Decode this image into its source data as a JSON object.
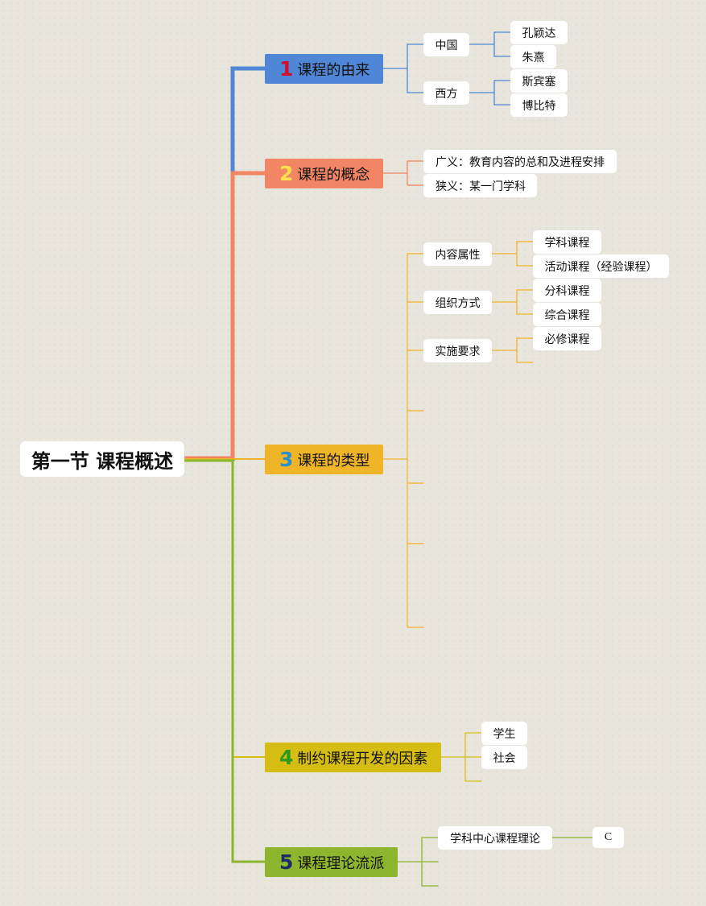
{
  "root": {
    "label": "第一节 课程概述"
  },
  "colors": {
    "branch1": "#4f86d6",
    "branch2": "#f28563",
    "branch3": "#f0b429",
    "branch4": "#d6bd14",
    "branch5": "#8db52d",
    "num1": "#d0112b",
    "num2": "#ffe04d",
    "num3": "#2c8fc9",
    "num4": "#2d9a1e",
    "num5": "#1c2d63"
  },
  "branches": [
    {
      "num": "1",
      "label": "课程的由来",
      "children": [
        {
          "label": "中国",
          "children": [
            {
              "label": "孔颖达"
            },
            {
              "label": "朱熹"
            }
          ]
        },
        {
          "label": "西方",
          "children": [
            {
              "label": "斯宾塞"
            },
            {
              "label": "博比特"
            }
          ]
        }
      ]
    },
    {
      "num": "2",
      "label": "课程的概念",
      "children": [
        {
          "label": "广义：教育内容的总和及进程安排"
        },
        {
          "label": "狭义：某一门学科"
        }
      ]
    },
    {
      "num": "3",
      "label": "课程的类型",
      "children": [
        {
          "label": "内容属性",
          "children": [
            {
              "label": "学科课程"
            },
            {
              "label": "活动课程（经验课程）"
            }
          ]
        },
        {
          "label": "组织方式",
          "children": [
            {
              "label": "分科课程"
            },
            {
              "label": "综合课程"
            }
          ]
        },
        {
          "label": "实施要求",
          "children": [
            {
              "label": "必修课程"
            }
          ]
        }
      ]
    },
    {
      "num": "4",
      "label": "制约课程开发的因素",
      "children": [
        {
          "label": "学生"
        },
        {
          "label": "社会"
        }
      ]
    },
    {
      "num": "5",
      "label": "课程理论流派",
      "children": [
        {
          "label": "学科中心课程理论",
          "children": [
            {
              "label": "C"
            }
          ]
        }
      ]
    }
  ]
}
